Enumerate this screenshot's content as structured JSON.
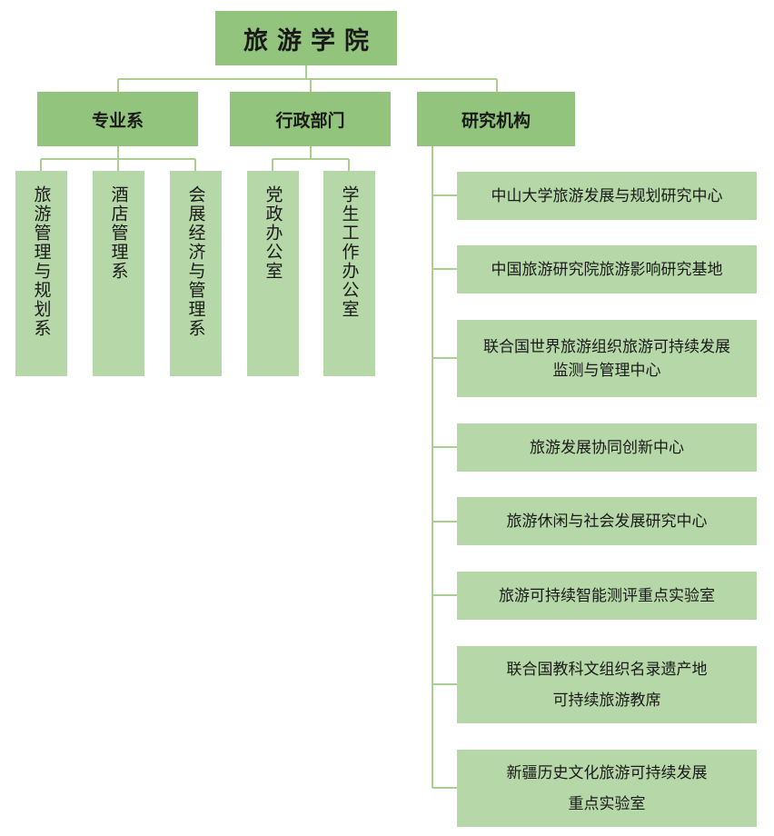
{
  "root": {
    "label": "旅游学院"
  },
  "departments": {
    "label": "专业系",
    "items": [
      "旅游管理与规划系",
      "酒店管理系",
      "会展经济与管理系"
    ]
  },
  "admin": {
    "label": "行政部门",
    "items": [
      "党政办公室",
      "学生工作办公室"
    ]
  },
  "research": {
    "label": "研究机构",
    "items": [
      "中山大学旅游发展与规划研究中心",
      "中国旅游研究院旅游影响研究基地",
      "联合国世界旅游组织旅游可持续发展\n监测与管理中心",
      "旅游发展协同创新中心",
      "旅游休闲与社会发展研究中心",
      "旅游可持续智能测评重点实验室",
      "联合国教科文组织名录遗产地\n可持续旅游教席",
      "新疆历史文化旅游可持续发展\n重点实验室"
    ]
  },
  "colors": {
    "level1": "#93c47d",
    "leaf": "#b6d7a8",
    "connector": "#a9d08e"
  }
}
